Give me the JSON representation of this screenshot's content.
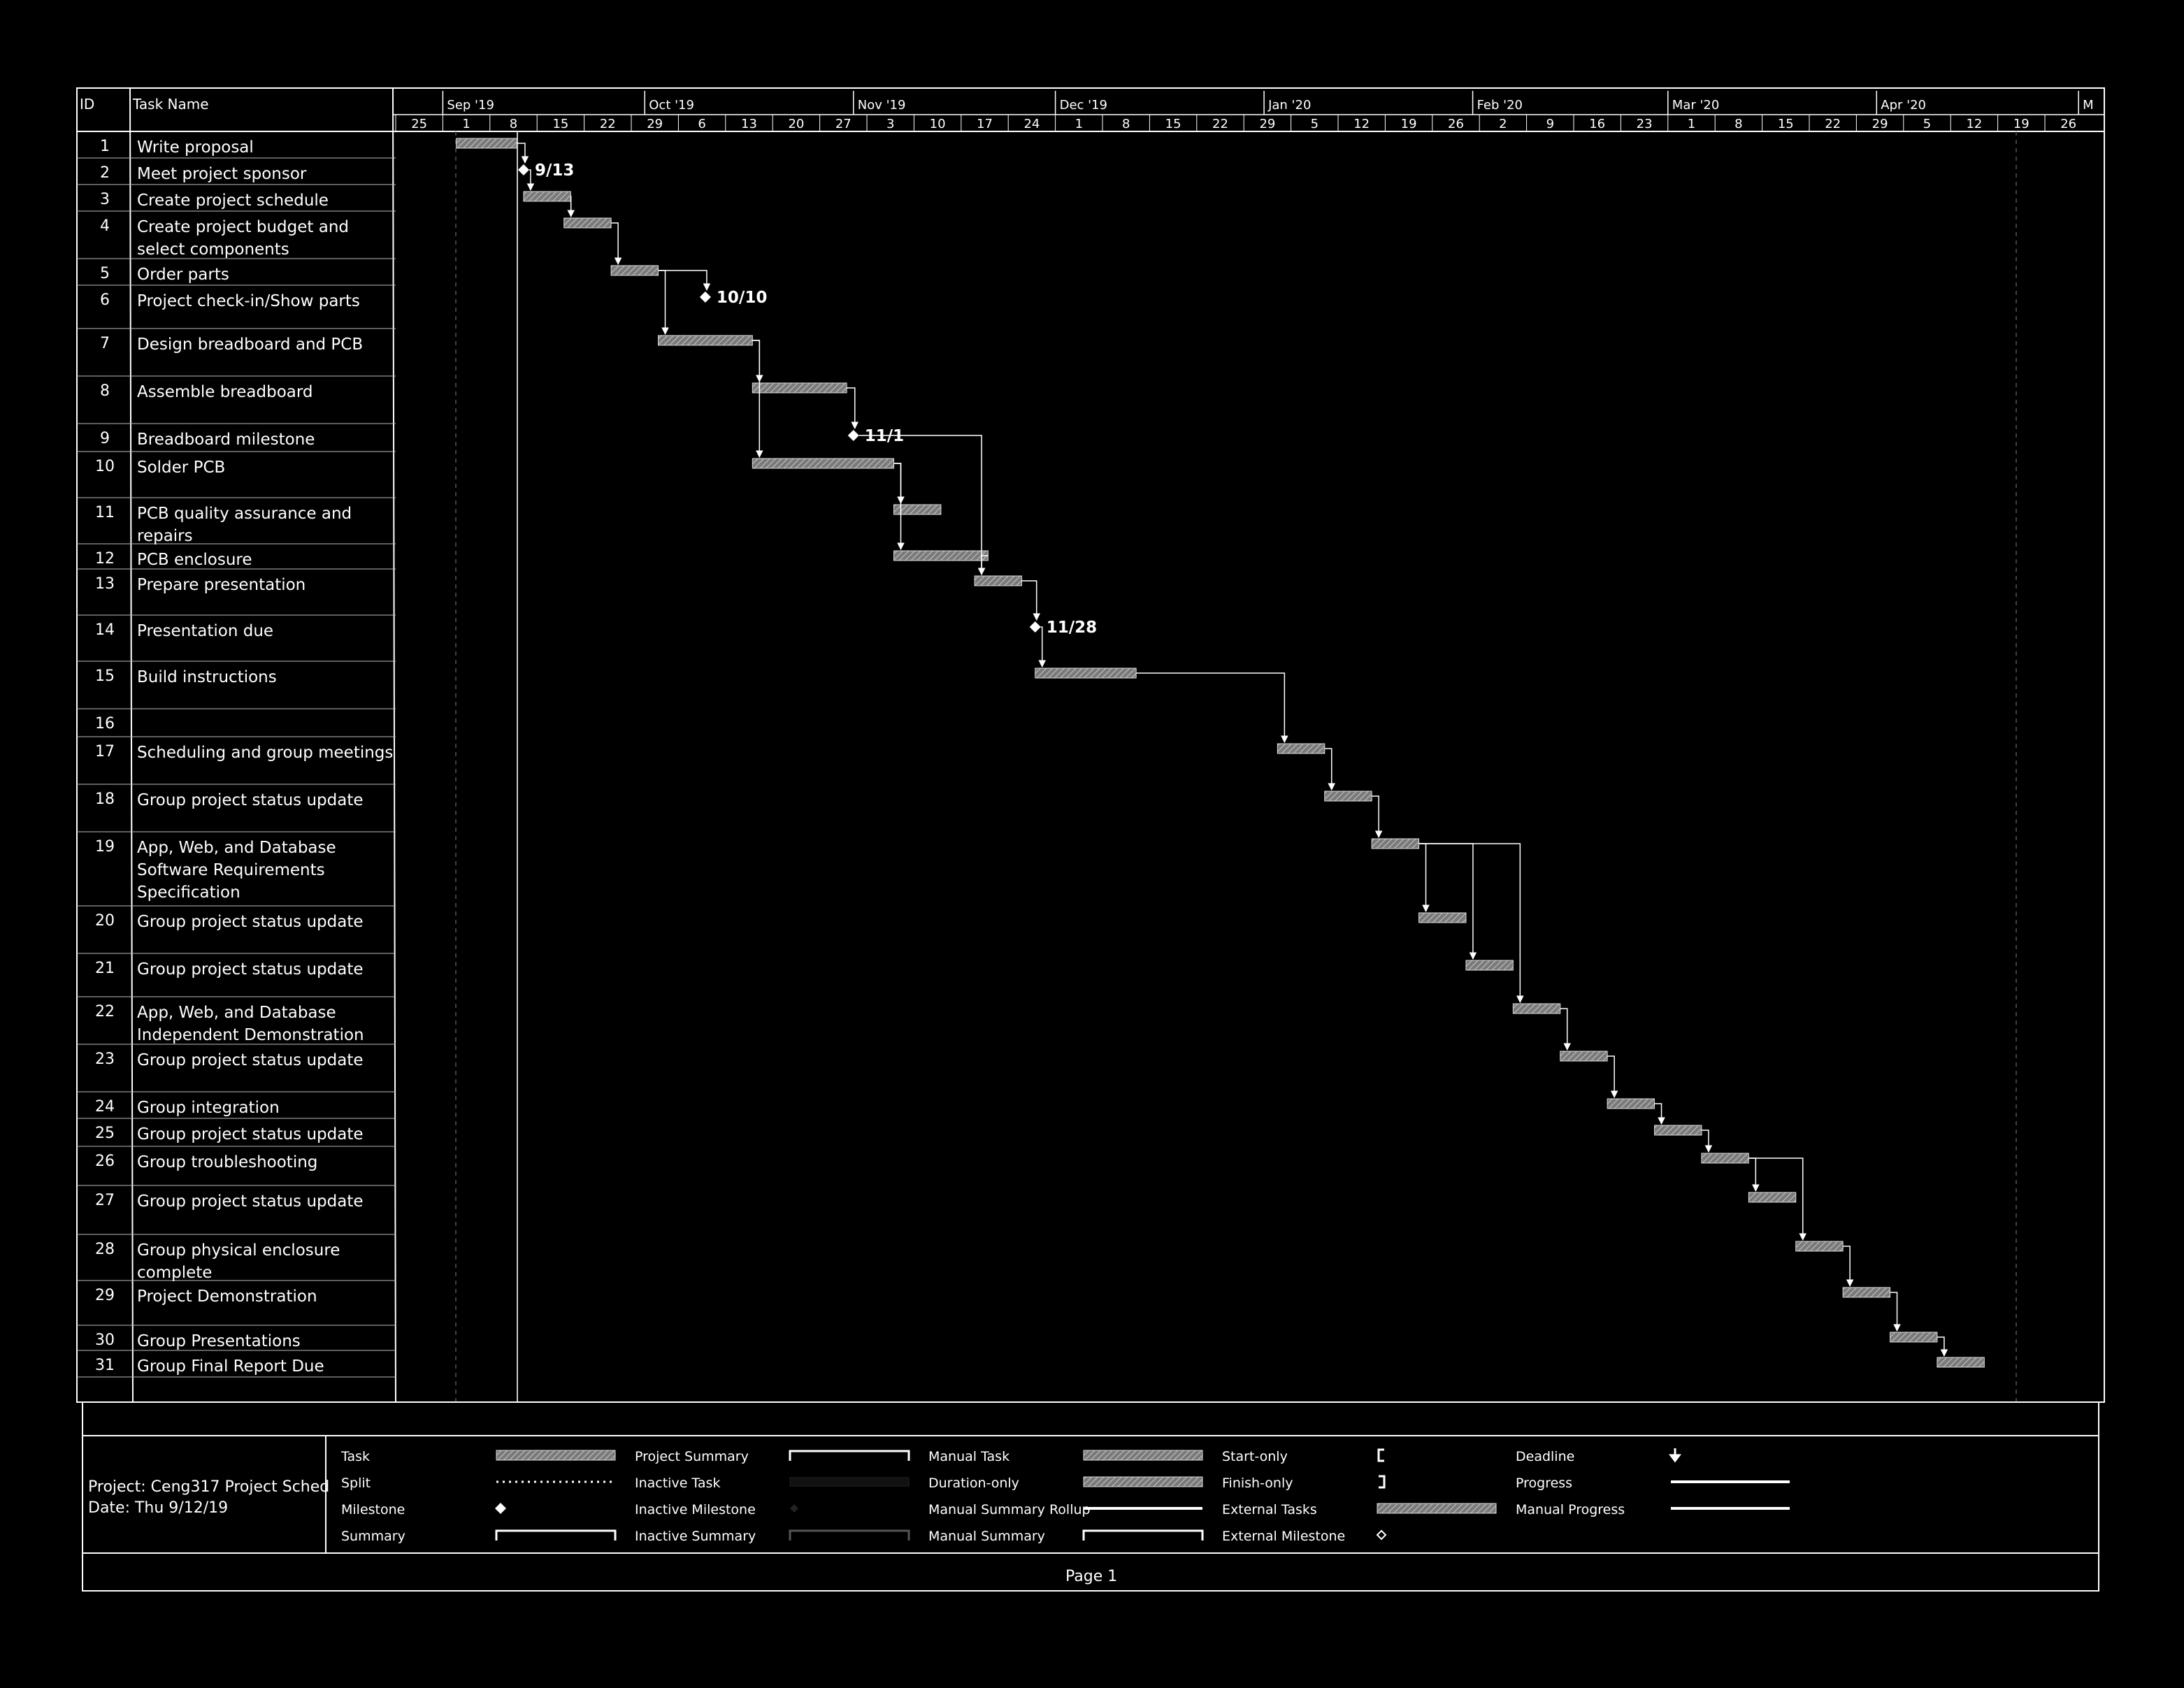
{
  "gantt": {
    "id_header": "ID",
    "name_header": "Task Name",
    "months": [
      "Sep '19",
      "Oct '19",
      "Nov '19",
      "Dec '19",
      "Jan '20",
      "Feb '20",
      "Mar '20",
      "Apr '20",
      "M"
    ],
    "week_labels": [
      "25",
      "1",
      "8",
      "15",
      "22",
      "29",
      "6",
      "13",
      "20",
      "27",
      "3",
      "10",
      "17",
      "24",
      "1",
      "8",
      "15",
      "22",
      "29",
      "5",
      "12",
      "19",
      "26",
      "2",
      "9",
      "16",
      "23",
      "1",
      "8",
      "15",
      "22",
      "29",
      "5",
      "12",
      "19",
      "26"
    ],
    "tasks": [
      {
        "id": "1",
        "name": "Write proposal",
        "type": "task",
        "start": "2019-09-03",
        "finish": "2019-09-12"
      },
      {
        "id": "2",
        "name": "Meet project sponsor",
        "type": "milestone",
        "date": "2019-09-13",
        "label": "9/13"
      },
      {
        "id": "3",
        "name": "Create project schedule",
        "type": "task",
        "start": "2019-09-13",
        "finish": "2019-09-20"
      },
      {
        "id": "4",
        "name": "Create project budget and select components",
        "type": "task",
        "start": "2019-09-19",
        "finish": "2019-09-26"
      },
      {
        "id": "5",
        "name": "Order parts",
        "type": "task",
        "start": "2019-09-26",
        "finish": "2019-10-03"
      },
      {
        "id": "6",
        "name": "Project check-in/Show parts",
        "type": "milestone",
        "date": "2019-10-10",
        "label": "10/10"
      },
      {
        "id": "7",
        "name": "Design breadboard and PCB",
        "type": "task",
        "start": "2019-10-03",
        "finish": "2019-10-17"
      },
      {
        "id": "8",
        "name": "Assemble breadboard",
        "type": "task",
        "start": "2019-10-17",
        "finish": "2019-10-31"
      },
      {
        "id": "9",
        "name": "Breadboard milestone",
        "type": "milestone",
        "date": "2019-11-01",
        "label": "11/1"
      },
      {
        "id": "10",
        "name": "Solder PCB",
        "type": "task",
        "start": "2019-10-17",
        "finish": "2019-11-07"
      },
      {
        "id": "11",
        "name": "PCB quality assurance and repairs",
        "type": "task",
        "start": "2019-11-07",
        "finish": "2019-11-14"
      },
      {
        "id": "12",
        "name": "PCB enclosure",
        "type": "task",
        "start": "2019-11-07",
        "finish": "2019-11-21"
      },
      {
        "id": "13",
        "name": "Prepare presentation",
        "type": "task",
        "start": "2019-11-19",
        "finish": "2019-11-26"
      },
      {
        "id": "14",
        "name": "Presentation due",
        "type": "milestone",
        "date": "2019-11-28",
        "label": "11/28"
      },
      {
        "id": "15",
        "name": "Build instructions",
        "type": "task",
        "start": "2019-11-28",
        "finish": "2019-12-13"
      },
      {
        "id": "16",
        "name": "",
        "type": "blank"
      },
      {
        "id": "17",
        "name": "Scheduling and group meetings",
        "type": "task",
        "start": "2020-01-03",
        "finish": "2020-01-10"
      },
      {
        "id": "18",
        "name": "Group project status update",
        "type": "task",
        "start": "2020-01-10",
        "finish": "2020-01-17"
      },
      {
        "id": "19",
        "name": "App, Web, and Database Software Requirements Specification",
        "type": "task",
        "start": "2020-01-17",
        "finish": "2020-01-24"
      },
      {
        "id": "20",
        "name": "Group project status update",
        "type": "task",
        "start": "2020-01-24",
        "finish": "2020-01-31"
      },
      {
        "id": "21",
        "name": "Group project status update",
        "type": "task",
        "start": "2020-01-31",
        "finish": "2020-02-07"
      },
      {
        "id": "22",
        "name": "App, Web, and Database Independent Demonstration",
        "type": "task",
        "start": "2020-02-07",
        "finish": "2020-02-14"
      },
      {
        "id": "23",
        "name": "Group project status update",
        "type": "task",
        "start": "2020-02-14",
        "finish": "2020-02-21"
      },
      {
        "id": "24",
        "name": "Group integration",
        "type": "task",
        "start": "2020-02-21",
        "finish": "2020-02-28"
      },
      {
        "id": "25",
        "name": "Group project status update",
        "type": "task",
        "start": "2020-02-28",
        "finish": "2020-03-06"
      },
      {
        "id": "26",
        "name": "Group troubleshooting",
        "type": "task",
        "start": "2020-03-06",
        "finish": "2020-03-13"
      },
      {
        "id": "27",
        "name": "Group project status update",
        "type": "task",
        "start": "2020-03-13",
        "finish": "2020-03-20"
      },
      {
        "id": "28",
        "name": "Group physical enclosure complete",
        "type": "task",
        "start": "2020-03-20",
        "finish": "2020-03-27"
      },
      {
        "id": "29",
        "name": "Project Demonstration",
        "type": "task",
        "start": "2020-03-27",
        "finish": "2020-04-03"
      },
      {
        "id": "30",
        "name": "Group Presentations",
        "type": "task",
        "start": "2020-04-03",
        "finish": "2020-04-10"
      },
      {
        "id": "31",
        "name": "Group Final Report Due",
        "type": "task",
        "start": "2020-04-10",
        "finish": "2020-04-17"
      }
    ],
    "dependencies": [
      [
        "1",
        "2"
      ],
      [
        "2",
        "3"
      ],
      [
        "3",
        "4"
      ],
      [
        "4",
        "5"
      ],
      [
        "5",
        "6"
      ],
      [
        "5",
        "7"
      ],
      [
        "7",
        "8"
      ],
      [
        "8",
        "9"
      ],
      [
        "7",
        "10"
      ],
      [
        "10",
        "11"
      ],
      [
        "10",
        "12"
      ],
      [
        "9",
        "13"
      ],
      [
        "12",
        "13"
      ],
      [
        "13",
        "14"
      ],
      [
        "14",
        "15"
      ],
      [
        "15",
        "17"
      ],
      [
        "17",
        "18"
      ],
      [
        "18",
        "19"
      ],
      [
        "19",
        "20"
      ],
      [
        "19",
        "21"
      ],
      [
        "19",
        "22"
      ],
      [
        "22",
        "23"
      ],
      [
        "23",
        "24"
      ],
      [
        "24",
        "25"
      ],
      [
        "25",
        "26"
      ],
      [
        "26",
        "27"
      ],
      [
        "26",
        "28"
      ],
      [
        "28",
        "29"
      ],
      [
        "29",
        "30"
      ],
      [
        "30",
        "31"
      ]
    ]
  },
  "footer": {
    "project_label": "Project: Ceng317 Project Sched",
    "date_label": "Date: Thu 9/12/19",
    "page_label": "Page 1"
  },
  "legend": {
    "items": [
      {
        "label": "Task",
        "symbol": "task-bar"
      },
      {
        "label": "Split",
        "symbol": "split-dots"
      },
      {
        "label": "Milestone",
        "symbol": "milestone-diamond"
      },
      {
        "label": "Summary",
        "symbol": "summary-bracket"
      },
      {
        "label": "Project Summary",
        "symbol": "project-summary-bracket"
      },
      {
        "label": "Inactive Task",
        "symbol": "inactive-task"
      },
      {
        "label": "Inactive Milestone",
        "symbol": "inactive-milestone"
      },
      {
        "label": "Inactive Summary",
        "symbol": "inactive-summary"
      },
      {
        "label": "Manual Task",
        "symbol": "manual-task-bar"
      },
      {
        "label": "Duration-only",
        "symbol": "duration-only-bar"
      },
      {
        "label": "Manual Summary Rollup",
        "symbol": "manual-rollup-line"
      },
      {
        "label": "Manual Summary",
        "symbol": "manual-summary-bracket"
      },
      {
        "label": "Start-only",
        "symbol": "start-only-bracket"
      },
      {
        "label": "Finish-only",
        "symbol": "finish-only-bracket"
      },
      {
        "label": "External Tasks",
        "symbol": "external-task-bar"
      },
      {
        "label": "External Milestone",
        "symbol": "external-milestone"
      },
      {
        "label": "Deadline",
        "symbol": "deadline-arrow"
      },
      {
        "label": "Progress",
        "symbol": "progress-line"
      },
      {
        "label": "Manual Progress",
        "symbol": "manual-progress-line"
      }
    ]
  }
}
